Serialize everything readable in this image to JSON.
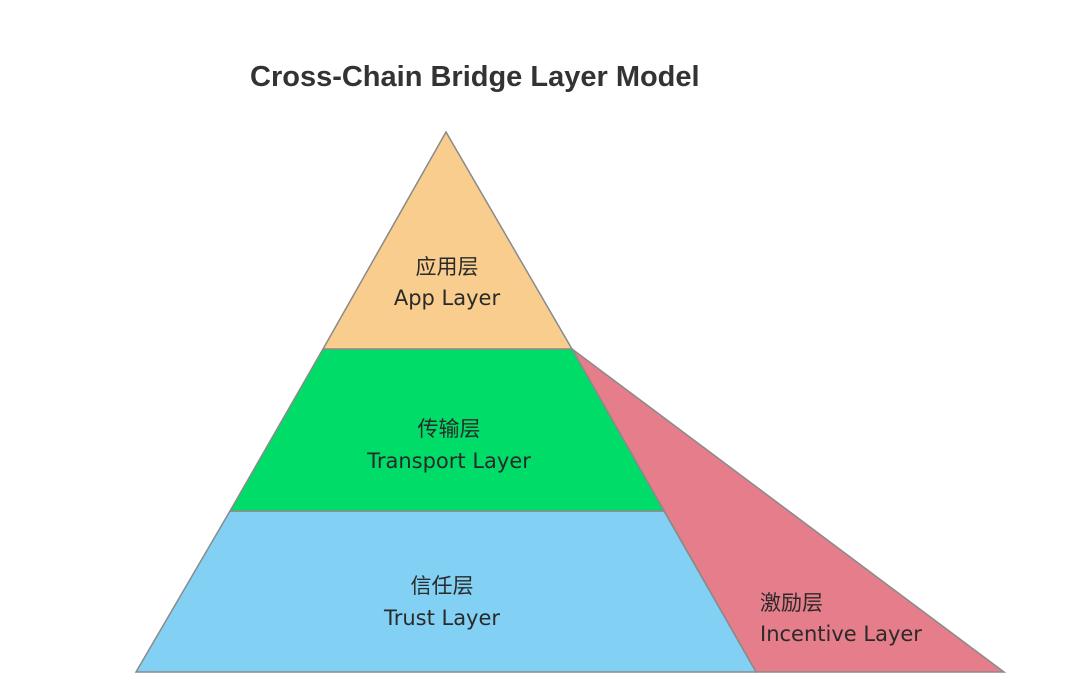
{
  "title": "Cross-Chain Bridge Layer Model",
  "layers": {
    "app": {
      "zh": "应用层",
      "en": "App Layer",
      "color": "#F8CD8E"
    },
    "transport": {
      "zh": "传输层",
      "en": "Transport Layer",
      "color": "#00DC68"
    },
    "trust": {
      "zh": "信任层",
      "en": "Trust Layer",
      "color": "#82D0F4"
    },
    "incentive": {
      "zh": "激励层",
      "en": "Incentive Layer",
      "color": "#E67D8A"
    }
  },
  "outline_color": "#8A8A8A"
}
